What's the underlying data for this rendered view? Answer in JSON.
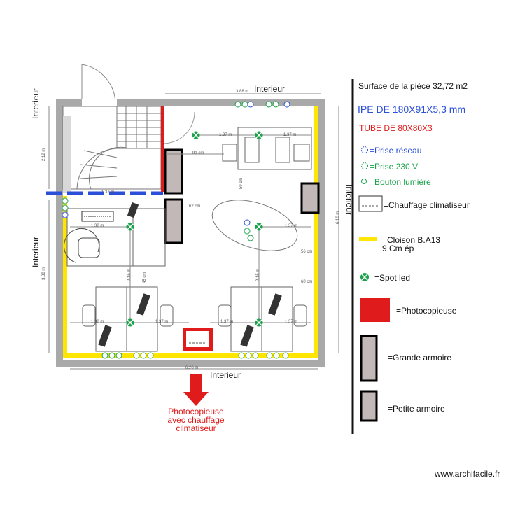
{
  "labels": {
    "interior_top": "Interieur",
    "interior_left_top": "Interieur",
    "interior_left_bottom": "Interieur",
    "interior_right": "Interieur",
    "interior_bottom": "Interieur",
    "copier_note": [
      "Photocopieuse",
      "avec chauffage",
      "climatiseur"
    ]
  },
  "dimensions": {
    "top_width": "3.88 m",
    "bottom_width": "6.26 m",
    "right_height": "6.10 m",
    "left_upper": "2.12 m",
    "left_lower": "3.88 m",
    "d1": "1.37 m",
    "d2": "1.37 m",
    "d3": "1.38 m",
    "d4": "1.38 m",
    "d5": "1.37 m",
    "d6": "1.37 m",
    "d7": "1.37 m",
    "d8": "1.37 m",
    "d9": "2.15 m",
    "d10": "2.15 m",
    "d11": "62 cm",
    "d12": "56 cm",
    "d13": "60 cm",
    "d14": "91 cm",
    "d15": "45 cm",
    "d16": "59 cm",
    "d17": "1.37 m"
  },
  "legend": {
    "surface": "Surface de la pièce 32,72 m2",
    "ipe": "IPE DE 180X91X5,3 mm",
    "tube": "TUBE DE 80X80X3",
    "prise_reseau": "=Prise réseau",
    "prise_230": "=Prise 230 V",
    "bouton_lumiere": "=Bouton lumière",
    "chauffage": "=Chauffage  climatiseur",
    "cloison_line1": "=Cloison B.A13",
    "cloison_line2": "9 Cm ép",
    "spot_led": "=Spot led",
    "photocopieuse": "=Photocopieuse",
    "grande_armoire": "=Grande armoire",
    "petite_armoire": "=Petite armoire"
  },
  "colors": {
    "wall": "#a9a9a9",
    "partition": "#ffe600",
    "ipe": "#2b4fd8",
    "tube": "#e01b1b",
    "photocopier": "#e01b1b",
    "cabinet": "#c2b8b8",
    "spot": "#1aa34a",
    "network": "#2b4fd8"
  },
  "footer": {
    "site": "www.archifacile.fr"
  }
}
